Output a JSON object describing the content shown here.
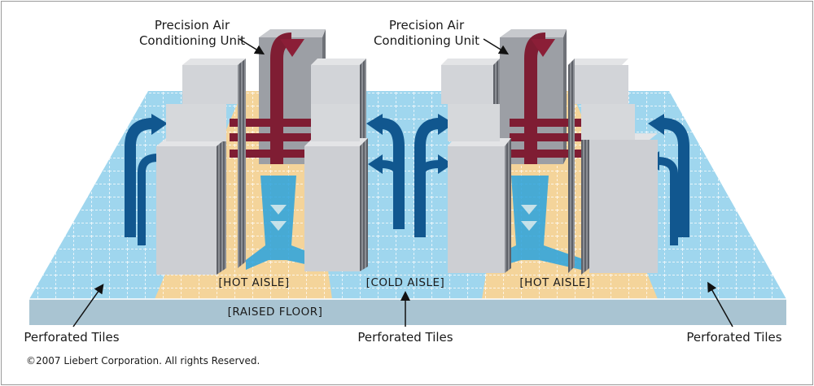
{
  "labels": {
    "unit_left": [
      "Precision Air",
      "Conditioning Unit"
    ],
    "unit_right": [
      "Precision Air",
      "Conditioning Unit"
    ],
    "hot_aisle_left": "[HOT AISLE]",
    "cold_aisle": "[COLD AISLE]",
    "hot_aisle_right": "[HOT AISLE]",
    "raised_floor": "[RAISED FLOOR]",
    "perforated_left": "Perforated Tiles",
    "perforated_center": "Perforated Tiles",
    "perforated_right": "Perforated Tiles",
    "copyright": "©2007 Liebert Corporation. All rights Reserved."
  },
  "colors": {
    "cold_tile": "#9fd6ee",
    "hot_tile": "#f4d49a",
    "floor_edge": "#a9c4d2",
    "rack_face": "#cdcfd3",
    "rack_dark": "#7c7f86",
    "cold_air": "#11578f",
    "hot_air": "#7f1d33",
    "tile_air": "#29a3df"
  },
  "icons": {
    "cold_air_arrows": "arrow-right-icon",
    "hot_air_arrows": "arrow-down-icon",
    "pointer_arrows": "arrow-icon"
  }
}
